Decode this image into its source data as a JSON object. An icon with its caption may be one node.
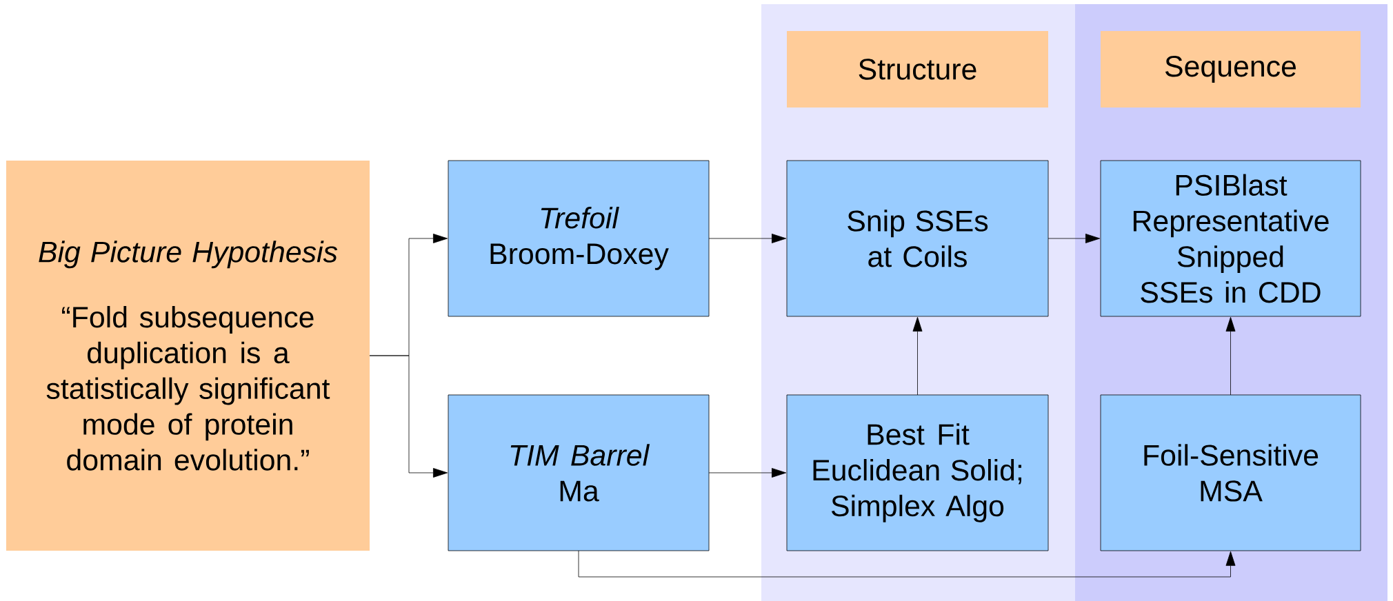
{
  "diagram": {
    "nodes": [
      {
        "text": [
          "Big Picture Hypothesis",
          "“Fold subsequence duplication is a statistically significant mode of protein domain evolution.”"
        ]
      },
      {
        "text": [
          "Trefoil",
          "Broom-Doxey"
        ]
      },
      {
        "text": [
          "TIM Barrel",
          "Ma"
        ]
      },
      {
        "text": [],
        "shape": "band"
      },
      {
        "text": [
          "Structure"
        ],
        "in": 3
      },
      {
        "text": [
          "Snip SSEs at Coils"
        ],
        "in": 3
      },
      {
        "text": [
          "Best Fit Euclidean Solid; Simplex Algo"
        ],
        "in": 3
      },
      {
        "text": [],
        "shape": "band"
      },
      {
        "text": [
          "Sequence"
        ],
        "in": 7
      },
      {
        "text": [
          "PSIBlast Representative Snipped SSEs in CDD"
        ],
        "in": 7
      },
      {
        "text": [
          "Foil-Sensitive MSA"
        ],
        "in": 7
      }
    ],
    "edges": [
      {
        "from": 0,
        "to": 1,
        "arrow": "to"
      },
      {
        "from": 0,
        "to": 2,
        "arrow": "to"
      },
      {
        "from": 1,
        "to": 5,
        "arrow": "to"
      },
      {
        "from": 2,
        "to": 6,
        "arrow": "to"
      },
      {
        "from": 6,
        "to": 5,
        "arrow": "to"
      },
      {
        "from": 5,
        "to": 9,
        "arrow": "to"
      },
      {
        "from": 10,
        "to": 9,
        "arrow": "to"
      },
      {
        "from": 2,
        "to": 10,
        "arrow": "to"
      }
    ]
  }
}
